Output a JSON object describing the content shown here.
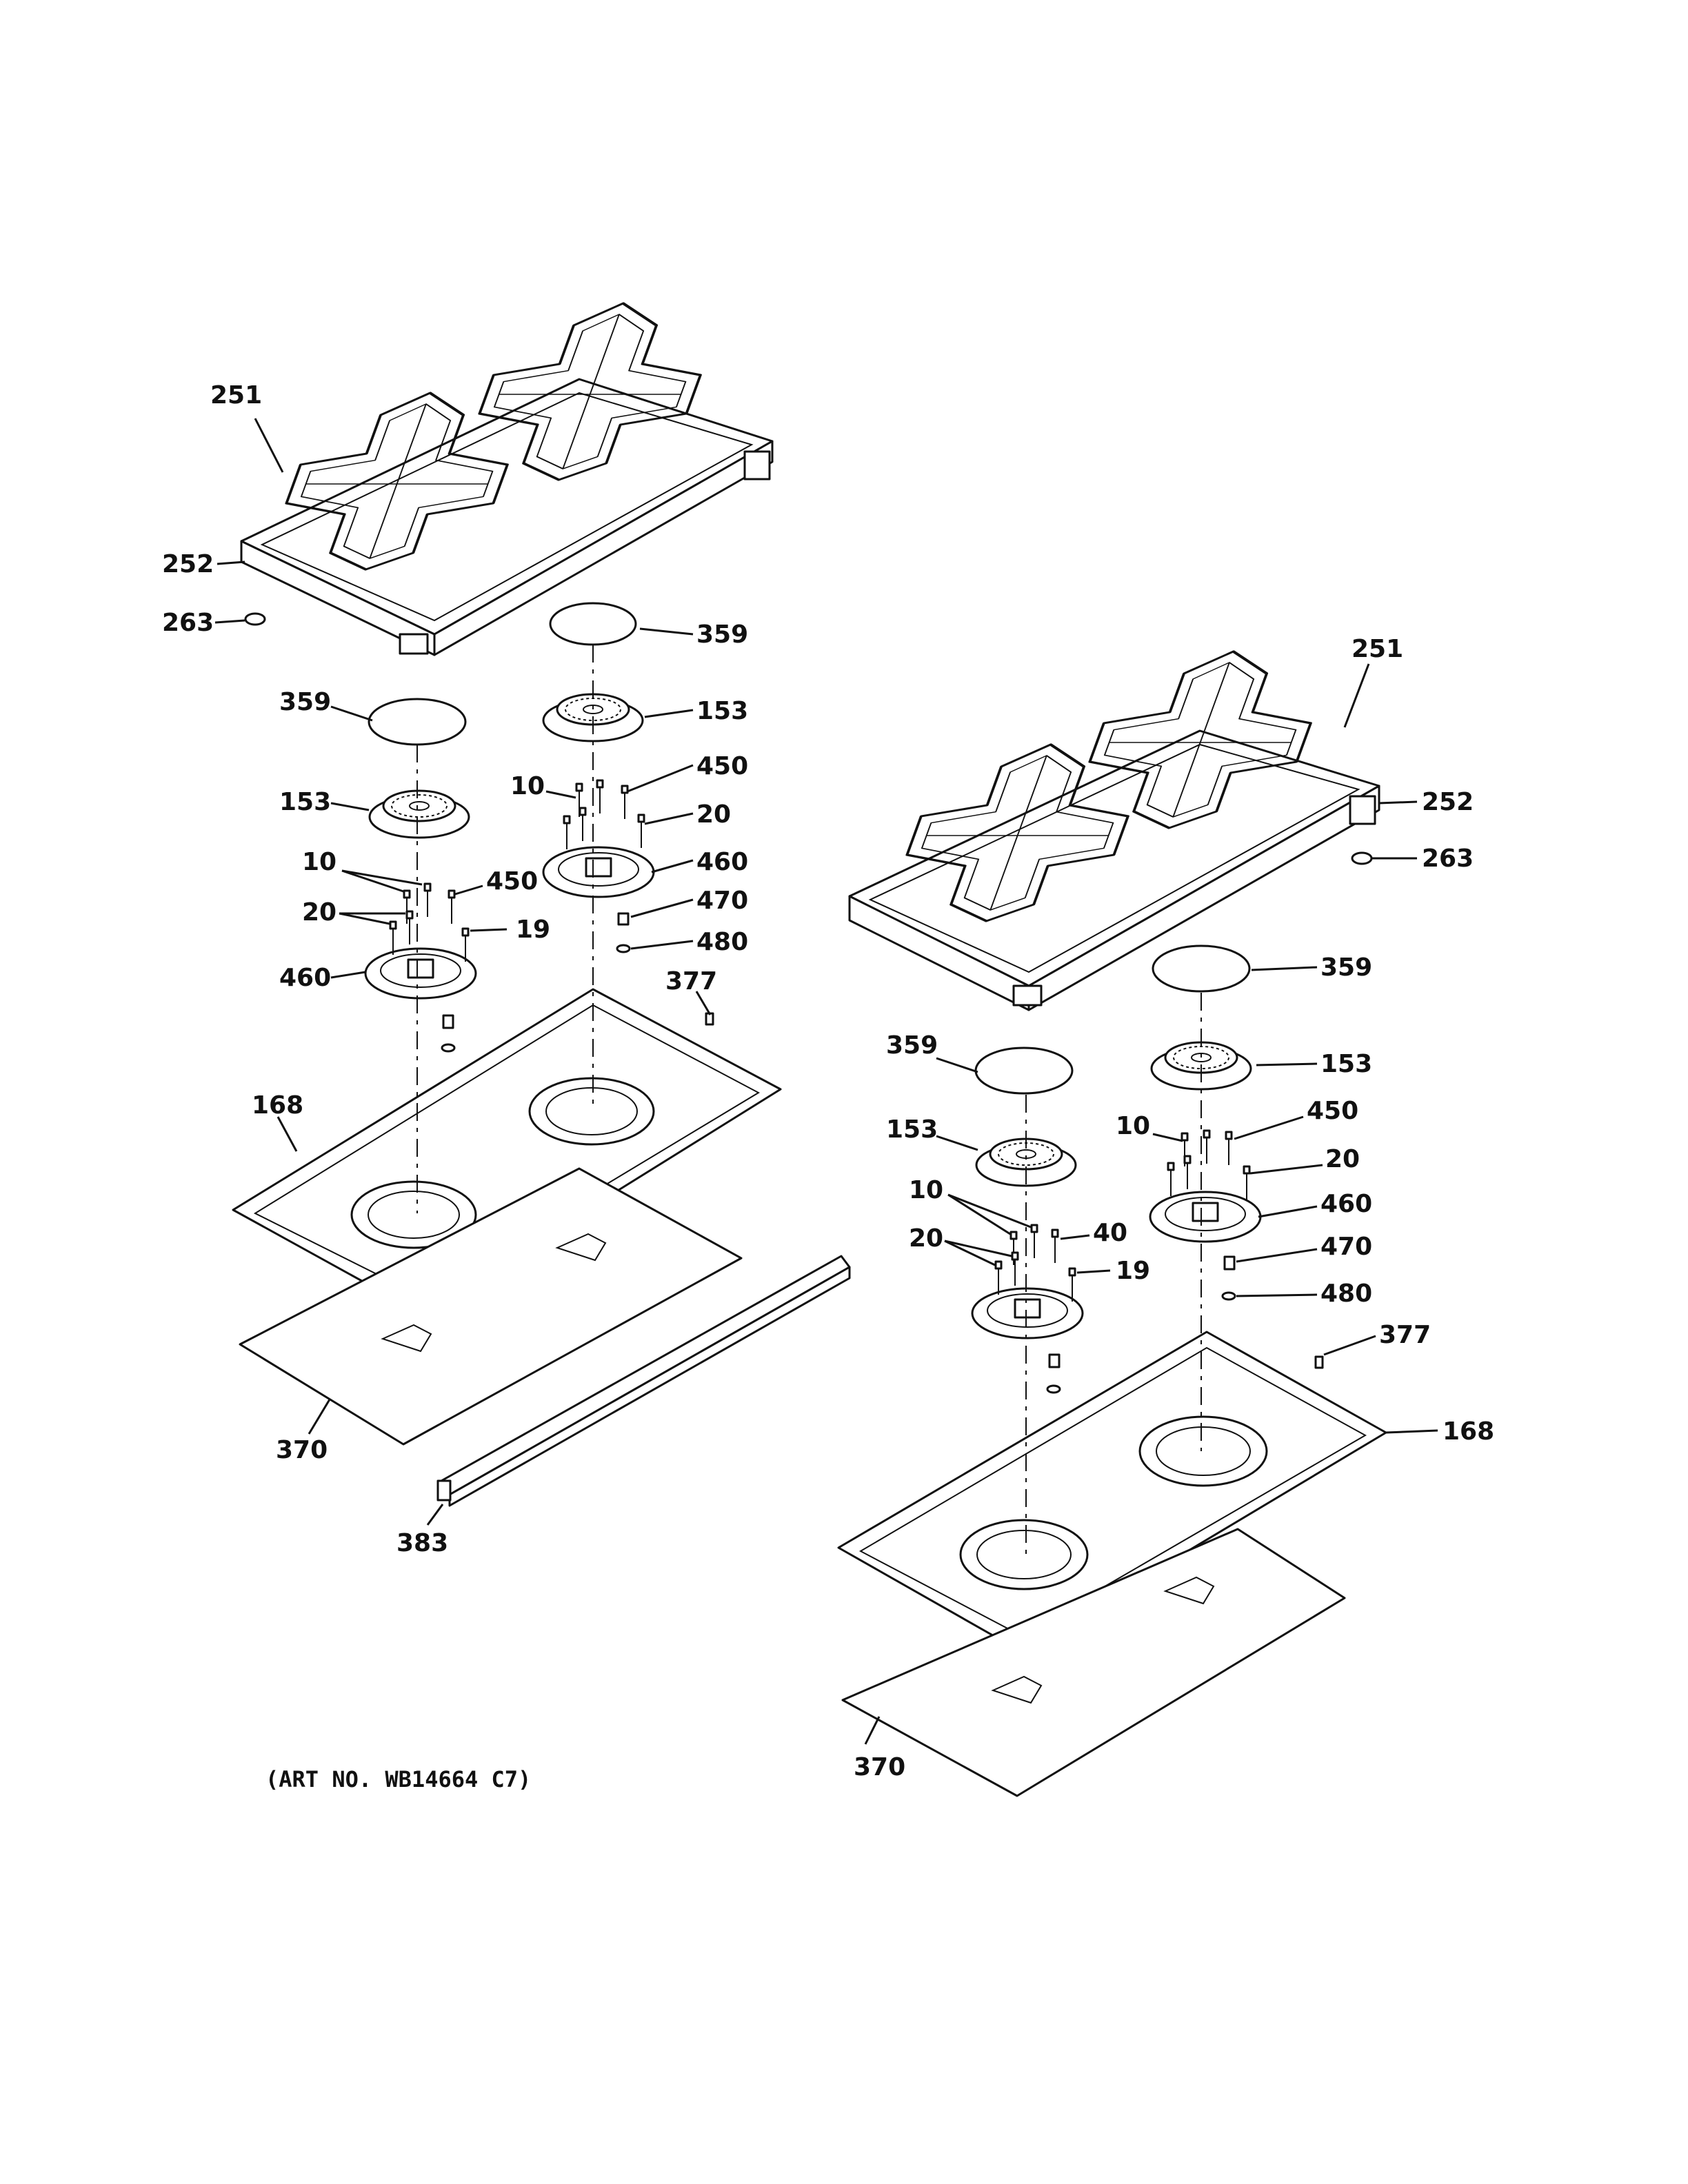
{
  "art_number": "(ART NO. WB14664 C7)",
  "assemblies": [
    {
      "name": "left",
      "callouts": {
        "grate": "251",
        "grate_support": "252",
        "foot": "263",
        "cap_rear": "359",
        "head_rear": "153",
        "cap_front": "359",
        "head_front": "153",
        "screw_rear": "10",
        "orifice_rear": "450",
        "electrode_rear": "20",
        "base_rear": "460",
        "fitting_rear": "470",
        "washer_rear": "480",
        "screw_front": "10",
        "orifice_front": "450",
        "electrode_front": "20",
        "spark_front": "19",
        "base_front": "460",
        "screw_tray": "377",
        "tray": "168",
        "insulation": "370",
        "bracket": "383"
      }
    },
    {
      "name": "right",
      "callouts": {
        "grate": "251",
        "grate_support": "252",
        "foot": "263",
        "cap_rear": "359",
        "head_rear": "153",
        "cap_front": "359",
        "head_front": "153",
        "screw_rear": "10",
        "orifice_rear": "450",
        "electrode_rear": "20",
        "base_rear": "460",
        "fitting_rear": "470",
        "washer_rear": "480",
        "screw_front": "10",
        "orifice_front": "40",
        "electrode_front": "20",
        "spark_front": "19",
        "screw_tray": "377",
        "tray": "168",
        "insulation": "370"
      }
    }
  ]
}
